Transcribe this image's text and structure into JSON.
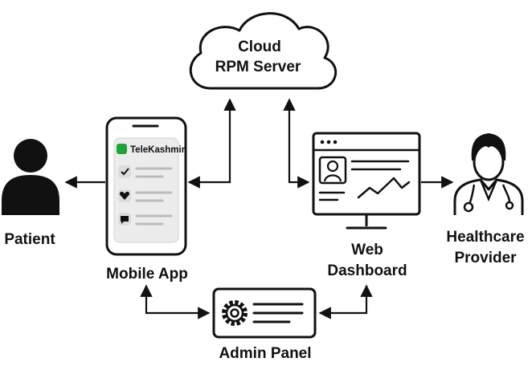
{
  "nodes": {
    "cloud": {
      "line1": "Cloud",
      "line2": "RPM Server"
    },
    "patient": {
      "label": "Patient"
    },
    "mobile_app": {
      "label": "Mobile App",
      "brand": "TeleKashmir",
      "brand_color": "#1fa33a",
      "list_icons": [
        "check-icon",
        "heart-icon",
        "chat-icon"
      ]
    },
    "web_dashboard": {
      "line1": "Web",
      "line2": "Dashboard"
    },
    "provider": {
      "line1": "Healthcare",
      "line2": "Provider"
    },
    "admin_panel": {
      "label": "Admin Panel"
    }
  },
  "edges": [
    {
      "from": "mobile_app",
      "to": "patient",
      "direction": "one-way"
    },
    {
      "from": "mobile_app",
      "to": "cloud",
      "direction": "two-way"
    },
    {
      "from": "cloud",
      "to": "web_dashboard",
      "direction": "two-way"
    },
    {
      "from": "web_dashboard",
      "to": "provider",
      "direction": "one-way"
    },
    {
      "from": "mobile_app",
      "to": "admin_panel",
      "direction": "two-way"
    },
    {
      "from": "admin_panel",
      "to": "web_dashboard",
      "direction": "two-way"
    }
  ]
}
